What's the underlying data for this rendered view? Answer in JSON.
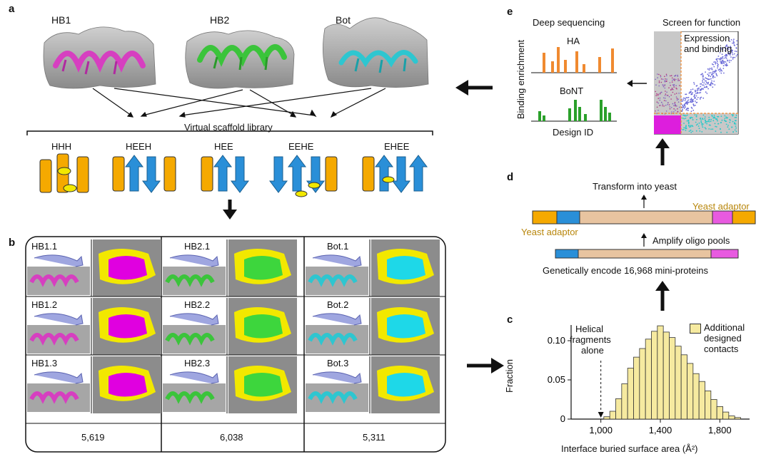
{
  "panels": {
    "a": {
      "letter": "a",
      "targets": [
        "HB1",
        "HB2",
        "Bot"
      ],
      "library_label": "Virtual scaffold library",
      "topologies": [
        "HHH",
        "HEEH",
        "HEE",
        "EEHE",
        "EHEE"
      ]
    },
    "b": {
      "letter": "b",
      "designs": [
        [
          "HB1.1",
          "HB1.2",
          "HB1.3"
        ],
        [
          "HB2.1",
          "HB2.2",
          "HB2.3"
        ],
        [
          "Bot.1",
          "Bot.2",
          "Bot.3"
        ]
      ],
      "counts": [
        "5,619",
        "6,038",
        "5,311"
      ]
    },
    "c": {
      "letter": "c",
      "annotation": "Helical fragments alone",
      "annotation_lines": [
        "Helical",
        "fragments",
        "alone"
      ],
      "legend": [
        "Additional",
        "designed",
        "contacts"
      ]
    },
    "d": {
      "letter": "d",
      "transform": "Transform into yeast",
      "adaptor_right": "Yeast adaptor",
      "adaptor_left": "Yeast adaptor",
      "amplify": "Amplify oligo pools",
      "encode": "Genetically encode 16,968 mini-proteins"
    },
    "e": {
      "letter": "e",
      "deep_title": "Deep sequencing",
      "screen_title": "Screen for function",
      "gate_label": [
        "Expression",
        "and binding"
      ],
      "ha": "HA",
      "bont": "BoNT",
      "ylabel": "Binding enrichment",
      "xlabel": "Design ID"
    }
  },
  "colors": {
    "hb1": "#d63fc0",
    "hb2": "#3bc43b",
    "bot": "#2ec6d0",
    "helix": "#f5a900",
    "strand": "#2a8fd8",
    "magenta": "#e000e0",
    "green_surf": "#3dd63d",
    "cyan_surf": "#1ed8e8",
    "yellow_surf": "#f2e800",
    "gray_surf": "#a6a6a6",
    "bar_fill": "#f6eaa0",
    "orange_bar": "#f08a30",
    "green_bar": "#2aa02a",
    "dot_purple": "#6b6bd8",
    "dot_cyan": "#25c8c8"
  },
  "chart_data": {
    "type": "bar",
    "title": "",
    "xlabel": "Interface buried surface area (Å²)",
    "ylabel": "Fraction",
    "xlim": [
      800,
      2000
    ],
    "ylim": [
      0,
      0.12
    ],
    "xticks": [
      "1,000",
      "1,400",
      "1,800"
    ],
    "yticks": [
      "0",
      "0.05",
      "0.10"
    ],
    "bin_width": 40,
    "bin_starts": [
      1020,
      1060,
      1100,
      1140,
      1180,
      1220,
      1260,
      1300,
      1340,
      1380,
      1420,
      1460,
      1500,
      1540,
      1580,
      1620,
      1660,
      1700,
      1740,
      1780,
      1820,
      1860,
      1900
    ],
    "values": [
      0.003,
      0.01,
      0.026,
      0.045,
      0.065,
      0.079,
      0.09,
      0.102,
      0.112,
      0.119,
      0.111,
      0.104,
      0.093,
      0.082,
      0.071,
      0.058,
      0.048,
      0.036,
      0.025,
      0.016,
      0.009,
      0.004,
      0.002
    ],
    "series": [
      {
        "name": "Additional designed contacts",
        "values": [
          0.003,
          0.01,
          0.026,
          0.045,
          0.065,
          0.079,
          0.09,
          0.102,
          0.112,
          0.119,
          0.111,
          0.104,
          0.093,
          0.082,
          0.071,
          0.058,
          0.048,
          0.036,
          0.025,
          0.016,
          0.009,
          0.004,
          0.002
        ]
      }
    ],
    "annotation_x": 1000,
    "legend": "top-right",
    "grid": false
  }
}
